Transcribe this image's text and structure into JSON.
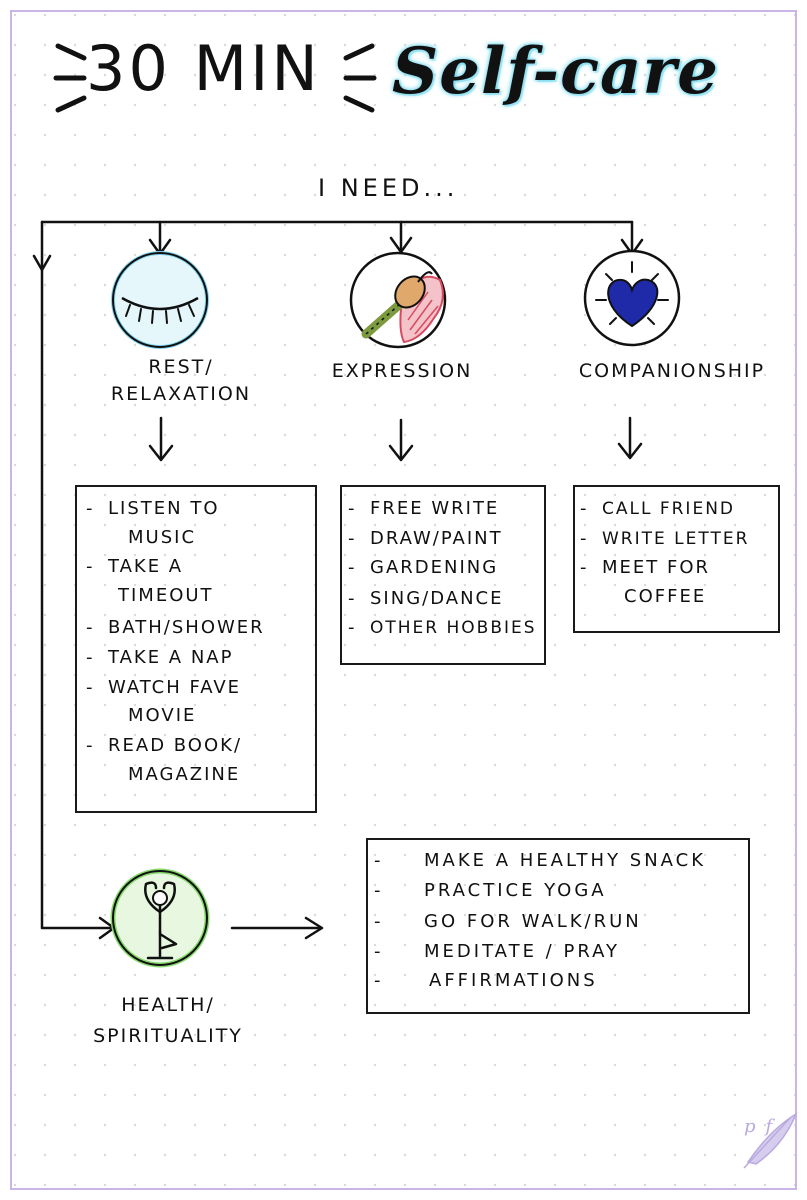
{
  "colors": {
    "ink": "#111111",
    "paper": "#ffffff",
    "dot_grid": "#d9d9d9",
    "frame_border": "#c9b6e4",
    "title_glow": "#6fd7ec",
    "rest_circle": "#7fd3ee",
    "expression_accent": "#d84a5f",
    "heart_blue": "#1f2aa8",
    "health_circle": "#86d96d",
    "watermark": "#b9a9e0"
  },
  "title": {
    "part1": "30 MIN",
    "part2": "Self-care",
    "subtitle": "I NEED..."
  },
  "categories": [
    {
      "key": "rest",
      "icon": "closed-eye-icon",
      "label_lines": [
        "REST/",
        "RELAXATION"
      ],
      "items": [
        [
          "LISTEN TO",
          "MUSIC"
        ],
        [
          "TAKE A",
          "TIMEOUT"
        ],
        [
          "BATH/SHOWER"
        ],
        [
          "TAKE A NAP"
        ],
        [
          "WATCH FAVE",
          "MOVIE"
        ],
        [
          "READ BOOK/",
          "MAGAZINE"
        ]
      ]
    },
    {
      "key": "expression",
      "icon": "paintbrush-icon",
      "label_lines": [
        "EXPRESSION"
      ],
      "items": [
        [
          "FREE WRITE"
        ],
        [
          "DRAW/PAINT"
        ],
        [
          "GARDENING"
        ],
        [
          "SING/DANCE"
        ],
        [
          "OTHER HOBBIES"
        ]
      ]
    },
    {
      "key": "companionship",
      "icon": "heart-icon",
      "label_lines": [
        "COMPANIONSHIP"
      ],
      "items": [
        [
          "CALL FRIEND"
        ],
        [
          "WRITE LETTER"
        ],
        [
          "MEET FOR",
          "COFFEE"
        ]
      ]
    },
    {
      "key": "health",
      "icon": "yoga-figure-icon",
      "label_lines": [
        "HEALTH/",
        "SPIRITUALITY"
      ],
      "items": [
        [
          "MAKE A HEALTHY SNACK"
        ],
        [
          "PRACTICE YOGA"
        ],
        [
          "GO FOR WALK/RUN"
        ],
        [
          "MEDITATE / PRAY"
        ],
        [
          "AFFIRMATIONS"
        ]
      ]
    }
  ],
  "watermark": {
    "icon": "feather-logo-icon",
    "letters": "pf"
  }
}
